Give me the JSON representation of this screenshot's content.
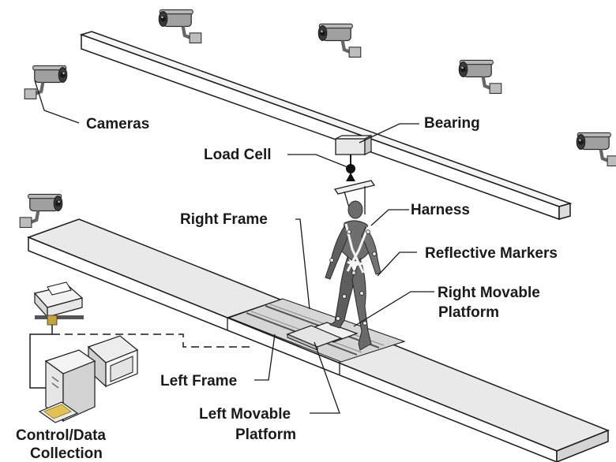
{
  "labels": {
    "cameras": "Cameras",
    "bearing": "Bearing",
    "load_cell": "Load Cell",
    "harness": "Harness",
    "right_frame": "Right Frame",
    "reflective_markers": "Reflective Markers",
    "right_movable_platform_line1": "Right Movable",
    "right_movable_platform_line2": "Platform",
    "left_frame": "Left Frame",
    "left_movable_platform_line1": "Left Movable",
    "left_movable_platform_line2": "Platform",
    "control_line1": "Control/Data",
    "control_line2": "Collection"
  },
  "icons": {
    "camera": "security-camera-icon",
    "printer": "printer-icon",
    "monitor": "monitor-icon",
    "computer": "computer-tower-icon",
    "person": "walking-person-icon"
  },
  "colors": {
    "outline": "#1a1a1a",
    "walkway": "#e9e9e9",
    "walkway_side": "#d4d4d4",
    "camera_body": "#9a9a9a",
    "person": "#6b6b6b",
    "harness": "#f2f2f2"
  }
}
